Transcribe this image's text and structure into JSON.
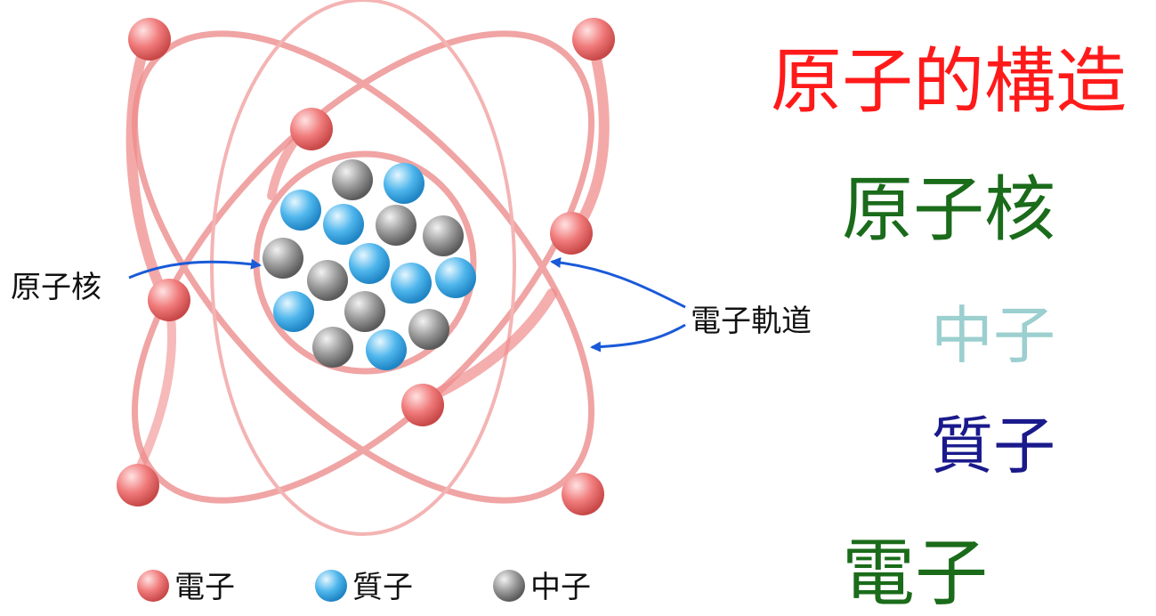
{
  "diagram": {
    "nucleus_label": "原子核",
    "orbit_label": "電子軌道",
    "legend": {
      "electron": "電子",
      "proton": "質子",
      "neutron": "中子"
    }
  },
  "headings": {
    "title": "原子的構造",
    "nucleus": "原子核",
    "neutron": "中子",
    "proton": "質子",
    "electron": "電子"
  },
  "colors": {
    "title": "#ff1a1a",
    "nucleus": "#1a6b1a",
    "neutron": "#9ccfcf",
    "proton": "#1a1a8c",
    "electron": "#1a6b1a",
    "orbit": "#f0a4a4",
    "electron_ball": "#f07a7a",
    "proton_ball": "#4fb6ec",
    "neutron_ball": "#8a8a8a",
    "arrow": "#1a5ad8"
  }
}
